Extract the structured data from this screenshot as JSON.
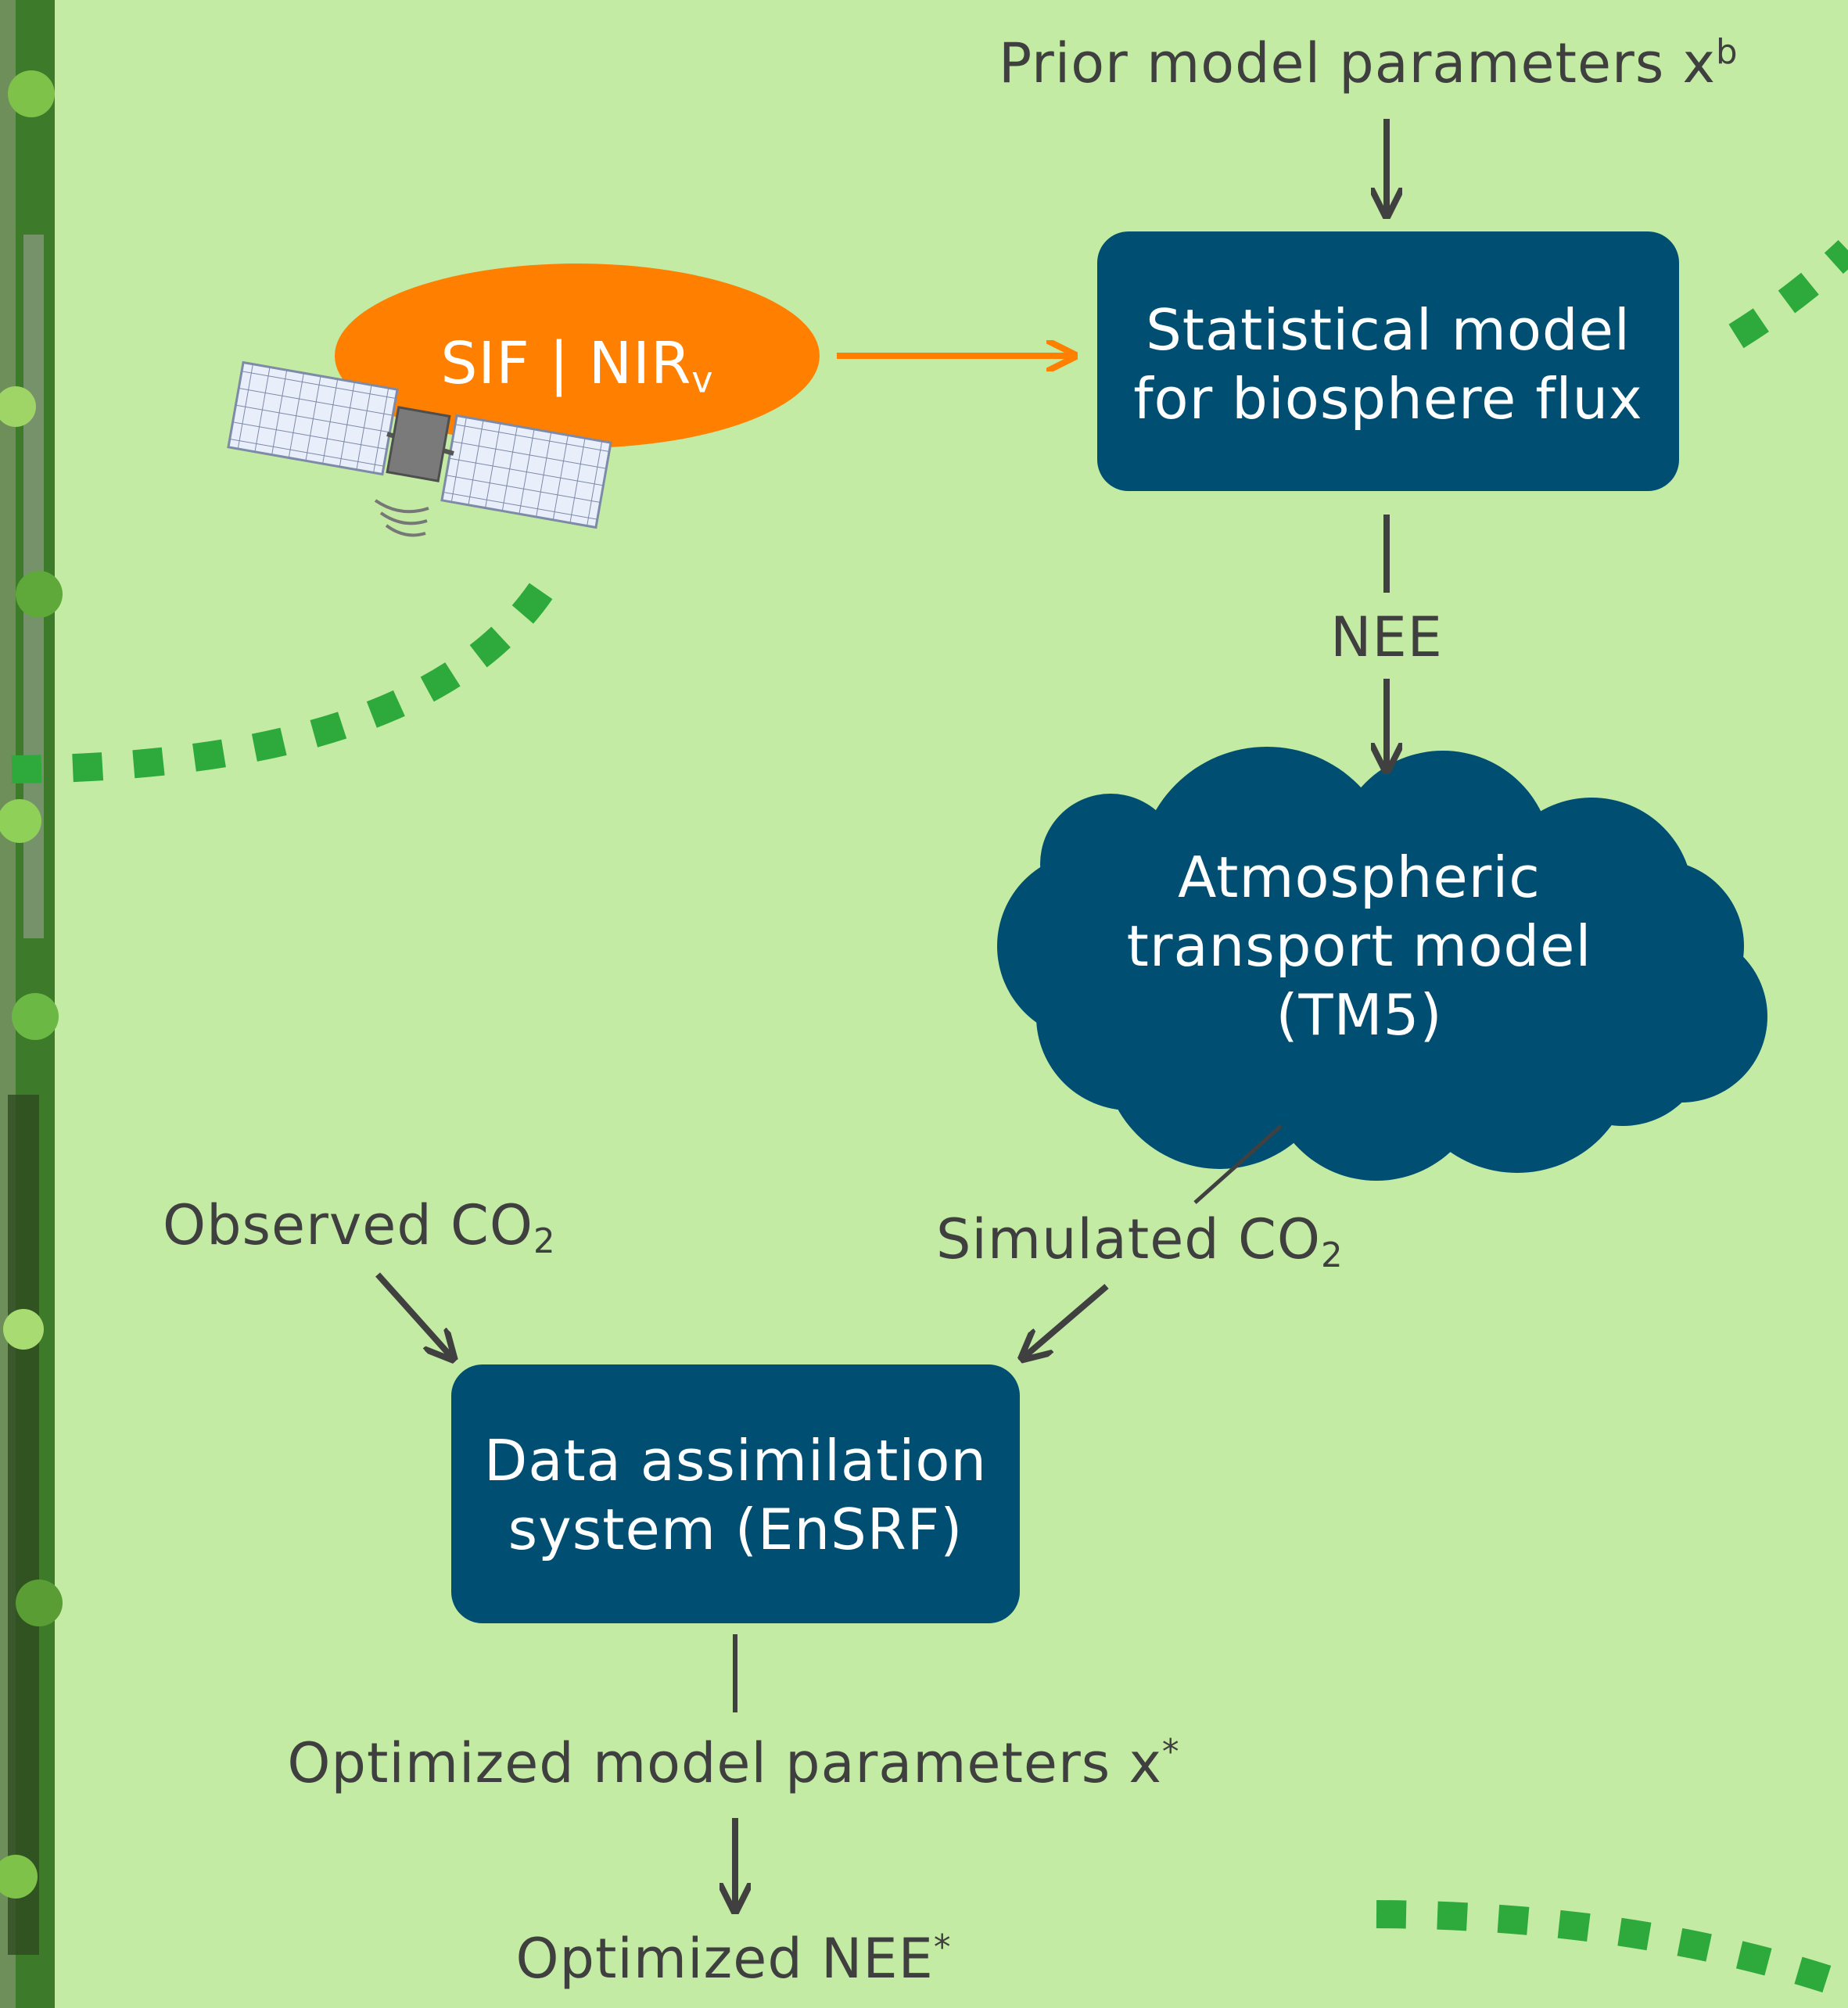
{
  "colors": {
    "background": "#c3eba3",
    "box": "#004f73",
    "accent_orange": "#ff7f00",
    "dash_green": "#2eaa3c",
    "arrow": "#404040"
  },
  "prior": {
    "text": "Prior model parameters x",
    "sup": "b"
  },
  "satellite_product": {
    "main": "SIF | NIR",
    "sub": "v"
  },
  "statistical_model": {
    "line1": "Statistical model",
    "line2": "for biosphere flux"
  },
  "nee": "NEE",
  "transport_model": {
    "line1": "Atmospheric",
    "line2": "transport model",
    "line3": "(TM5)"
  },
  "observed_co2": {
    "text": "Observed CO",
    "sub": "2"
  },
  "simulated_co2": {
    "text": "Simulated CO",
    "sub": "2"
  },
  "assimilation": {
    "line1": "Data assimilation",
    "line2": "system (EnSRF)"
  },
  "optimized_params": {
    "text": "Optimized model parameters x",
    "sup": "*"
  },
  "optimized_nee": {
    "text": "Optimized NEE",
    "sup": "*"
  },
  "icons": [
    "satellite-icon",
    "forest-strip"
  ]
}
